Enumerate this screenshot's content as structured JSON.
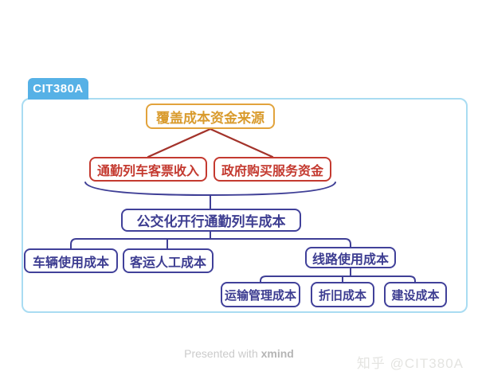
{
  "frame": {
    "tab_label": "CIT380A"
  },
  "mindmap": {
    "root_topic": {
      "label": "覆盖成本资金来源"
    },
    "income_topics": [
      {
        "label": "通勤列车客票收入"
      },
      {
        "label": "政府购买服务资金"
      }
    ],
    "cost_topic": {
      "label": "公交化开行通勤列车成本"
    },
    "cost_children": [
      {
        "label": "车辆使用成本"
      },
      {
        "label": "客运人工成本"
      },
      {
        "label": "线路使用成本"
      }
    ],
    "track_children": [
      {
        "label": "运输管理成本"
      },
      {
        "label": "折旧成本"
      },
      {
        "label": "建设成本"
      }
    ]
  },
  "colors": {
    "tab_blue": "#56B1E6",
    "frame_border": "#A9DCF2",
    "gold": "#E2A33C",
    "red": "#C43A30",
    "navy": "#3F3F96",
    "line_red": "#A3332B",
    "footer_gray": "#CBCBCB",
    "watermark_gray": "#E4E4E1"
  },
  "footer": {
    "presented_prefix": "Presented with",
    "presented_brand": "xmind",
    "watermark": "知乎 @CIT380A"
  }
}
